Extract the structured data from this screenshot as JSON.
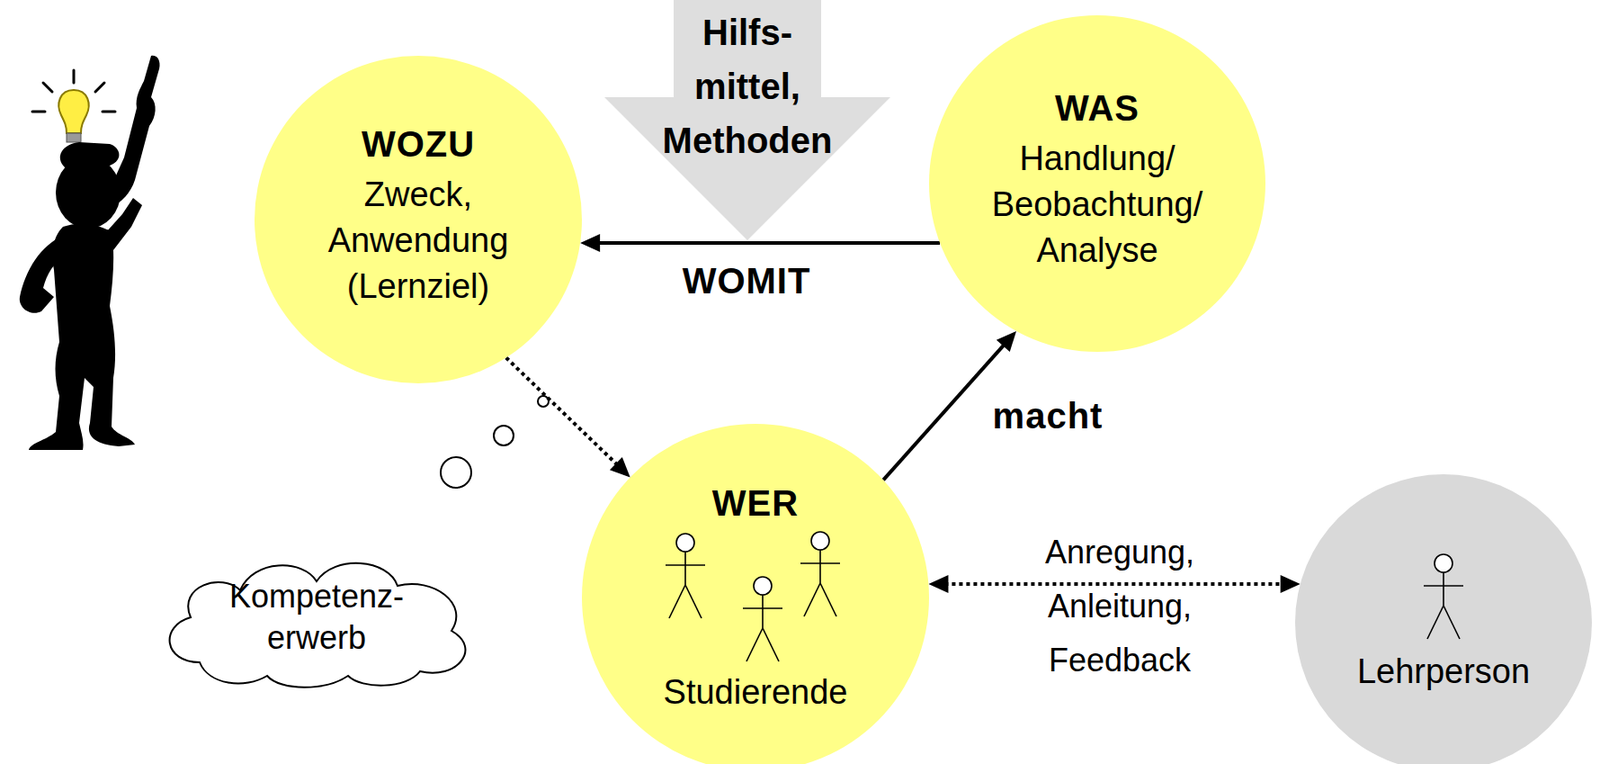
{
  "diagram": {
    "nodes": [
      {
        "text": [
          "Hilfs- mittel, Methoden"
        ]
      },
      {
        "text": [
          "WOZU",
          "Zweck, Anwendung (Lernziel)"
        ]
      },
      {
        "text": [
          "WAS",
          "Handlung/ Beobachtung/ Analyse"
        ]
      },
      {
        "text": [
          "WER",
          "Studierende"
        ]
      },
      {
        "text": [
          "Kompetenz- erwerb"
        ]
      },
      {
        "text": [
          "Lehrperson"
        ]
      }
    ],
    "edges": [
      {
        "from": 2,
        "to": 1,
        "arrow": "to",
        "label": "WOMIT"
      },
      {
        "from": 3,
        "to": 2,
        "arrow": "to",
        "label": "macht"
      },
      {
        "from": 1,
        "to": 3,
        "arrow": "to"
      },
      {
        "from": 3,
        "to": 5,
        "arrow": "both",
        "label": "Anregung, Anleitung, Feedback"
      }
    ]
  }
}
